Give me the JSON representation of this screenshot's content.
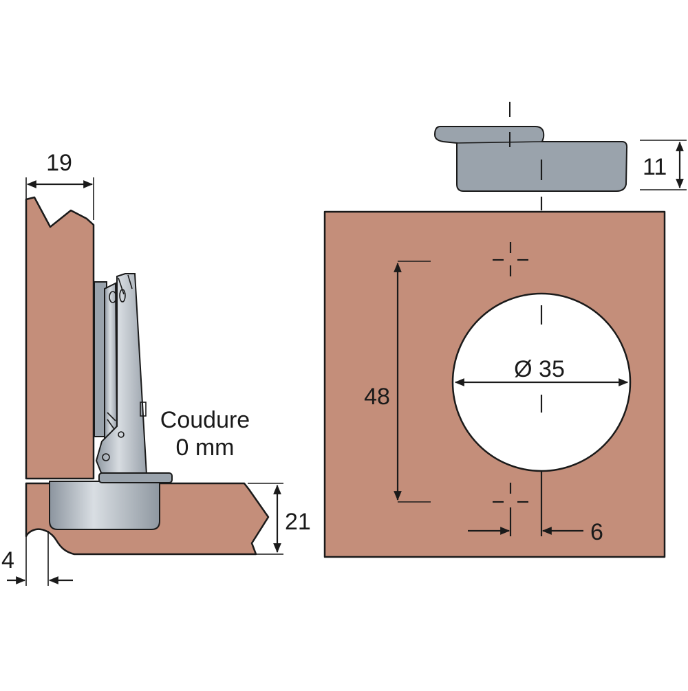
{
  "side_view": {
    "door_thickness": "19",
    "cabinet_thickness": "21",
    "offset": "4",
    "overlay_line1": "Coudure",
    "overlay_line2": "0 mm"
  },
  "front_view": {
    "plate_height": "11",
    "screw_spacing": "48",
    "cup_diameter": "Ø 35",
    "edge_distance": "6"
  },
  "colors": {
    "wood": "#c48e7a",
    "metal": "#9aa3ac",
    "line": "#1a1a1a"
  }
}
